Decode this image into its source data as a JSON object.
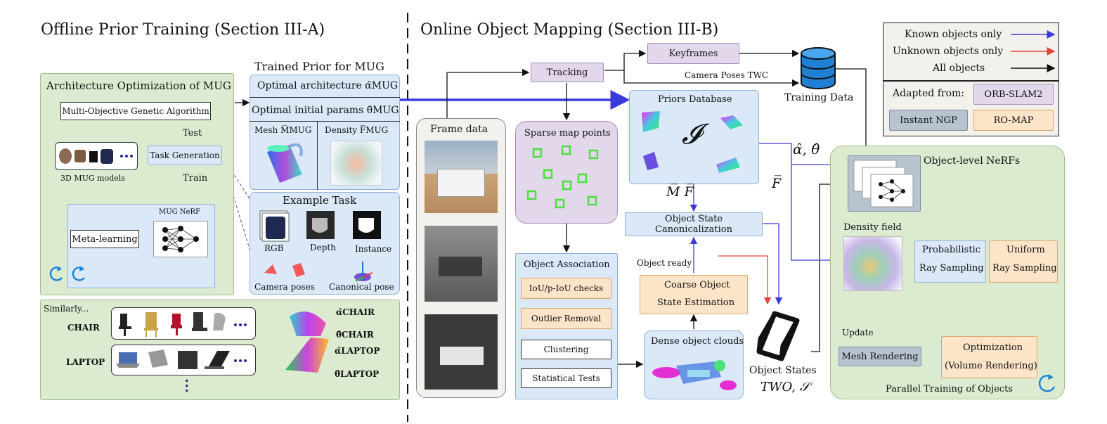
{
  "sections": {
    "offline_title": "Offline Prior Training (Section III-A)",
    "online_title": "Online Object Mapping (Section III-B)"
  },
  "offline": {
    "arch_opt_title": "Architecture Optimization of MUG",
    "moga": "Multi-Objective Genetic Algorithm",
    "test": "Test",
    "train": "Train",
    "task_generation": "Task Generation",
    "models_caption": "3D MUG models",
    "mug_nerf": "MUG NeRF",
    "meta_learning": "Meta-learning",
    "trained_prior_title": "Trained Prior for MUG",
    "optimal_arch": "Optimal architecture α̂MUG",
    "optimal_params": "Optimal initial params θ̂MUG",
    "mesh_label": "Mesh M̅MUG",
    "density_label": "Density F̅MUG",
    "example_task_title": "Example Task",
    "rgb": "RGB",
    "depth": "Depth",
    "instance": "Instance",
    "camera_poses": "Camera poses",
    "canonical_pose": "Canonical pose",
    "similarly": "Similarly...",
    "chair": "CHAIR",
    "laptop": "LAPTOP",
    "alpha_chair": "α̂CHAIR",
    "theta_chair": "θ̂CHAIR",
    "alpha_laptop": "α̂LAPTOP",
    "theta_laptop": "θ̂LAPTOP",
    "ellipsis": "•••"
  },
  "online": {
    "frame_data": "Frame data",
    "tracking": "Tracking",
    "keyframes": "Keyframes",
    "camera_poses": "Camera Poses TWC",
    "training_data": "Training Data",
    "sparse_map_points": "Sparse map points",
    "priors_database": "Priors Database",
    "script_i": "𝓘",
    "mbar_fbar": "M̅  F̅",
    "fbar": "F̅",
    "alpha_theta": "α̂, θ̂",
    "object_state_canonicalization": "Object State Canonicalization",
    "object_ready": "Object ready",
    "coarse_estimation_1": "Coarse Object",
    "coarse_estimation_2": "State Estimation",
    "object_association": "Object Association",
    "iou_checks": "IoU/p-IoU checks",
    "outlier_removal": "Outlier Removal",
    "clustering": "Clustering",
    "statistical_tests": "Statistical Tests",
    "dense_object_clouds": "Dense object clouds",
    "object_states": "Object States",
    "object_states_sym": "TWO, 𝒮",
    "object_level_nerfs": "Object-level NeRFs",
    "density_field": "Density field",
    "probabilistic_1": "Probabilistic",
    "probabilistic_2": "Ray Sampling",
    "uniform_1": "Uniform",
    "uniform_2": "Ray Sampling",
    "update": "Update",
    "mesh_rendering": "Mesh Rendering",
    "optimization_1": "Optimization",
    "optimization_2": "(Volume Rendering)",
    "parallel_training": "Parallel Training of Objects"
  },
  "legend": {
    "known": "Known objects only",
    "unknown": "Unknown objects only",
    "all": "All objects",
    "adapted_from": "Adapted from:",
    "orb_slam2": "ORB-SLAM2",
    "instant_ngp": "Instant NGP",
    "ro_map": "RO-MAP",
    "colors": {
      "known": "#3a3adb",
      "unknown": "#e0453a",
      "all": "#111111"
    }
  }
}
